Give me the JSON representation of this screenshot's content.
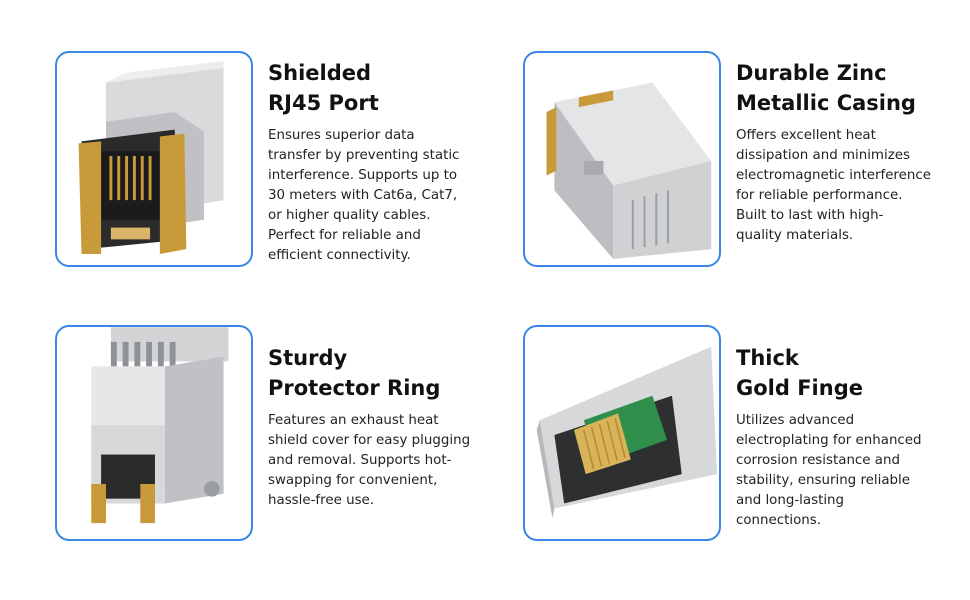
{
  "colors": {
    "frame_border": "#3a86e8",
    "accent_gold": "#c99a3a",
    "metal": "#c7c9cc"
  },
  "features": [
    {
      "title": "Shielded\nRJ45 Port",
      "description": "Ensures superior data\ntransfer by preventing static\ninterference. Supports up to\n30 meters with Cat6a, Cat7,\nor higher quality cables.\nPerfect for reliable and\nefficient connectivity.",
      "image_icon": "rj45-port-icon"
    },
    {
      "title": "Durable Zinc\nMetallic Casing",
      "description": "Offers excellent heat\ndissipation and minimizes\nelectromagnetic interference\nfor reliable performance.\nBuilt to last with high-\nquality materials.",
      "image_icon": "metal-casing-icon"
    },
    {
      "title": "Sturdy\nProtector Ring",
      "description": "Features an exhaust heat\nshield cover for easy plugging\nand removal. Supports hot-\nswapping for convenient,\nhassle-free use.",
      "image_icon": "protector-ring-icon"
    },
    {
      "title": "Thick\nGold Finge",
      "description": "Utilizes advanced\nelectroplating for enhanced\ncorrosion resistance and\nstability, ensuring reliable\nand long-lasting\nconnections.",
      "image_icon": "gold-finger-icon"
    }
  ]
}
